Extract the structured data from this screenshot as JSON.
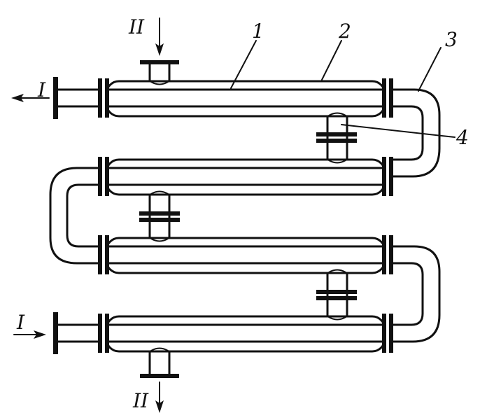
{
  "diagram": {
    "labels": {
      "flow_i_out": "I",
      "flow_ii_in": "II",
      "flow_i_in": "I",
      "flow_ii_out": "II",
      "part_1": "1",
      "part_2": "2",
      "part_3": "3",
      "part_4": "4"
    },
    "colors": {
      "ink": "#111111",
      "paper": "#ffffff"
    }
  }
}
